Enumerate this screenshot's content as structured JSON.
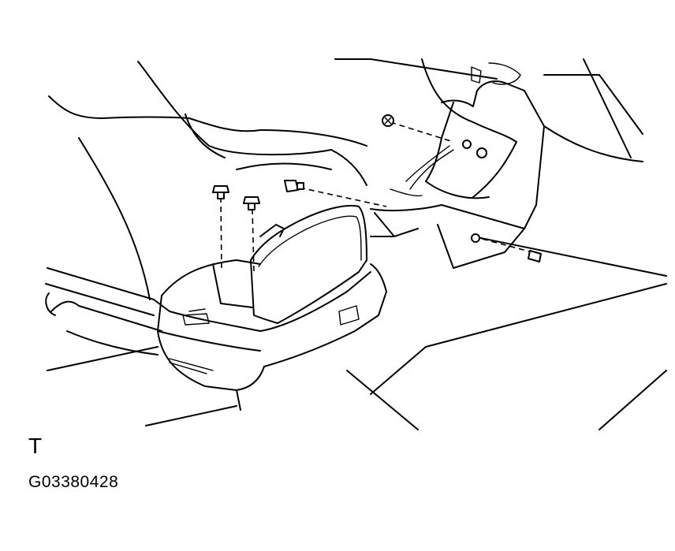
{
  "diagram": {
    "view_letter": "T",
    "figure_code": "G03380428",
    "fasteners": [
      "bolt",
      "bolt",
      "bolt",
      "screw",
      "screw",
      "bolt"
    ]
  }
}
